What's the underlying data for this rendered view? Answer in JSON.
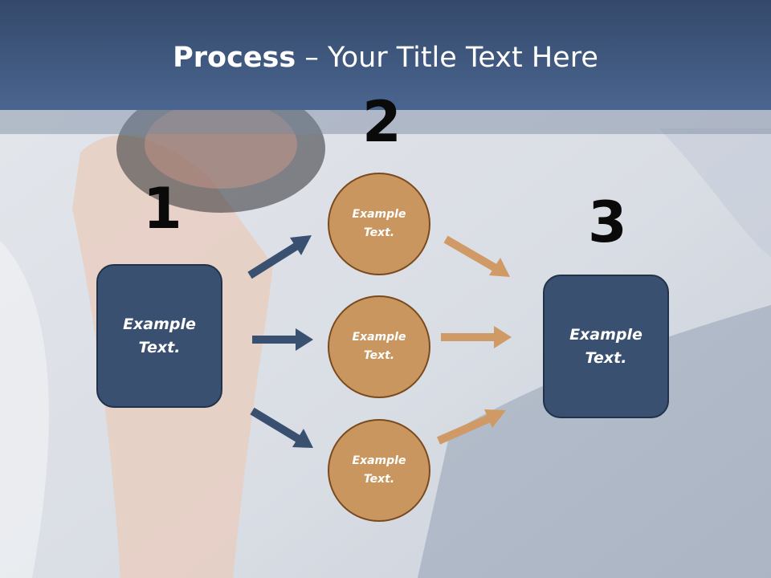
{
  "slide": {
    "title_bold": "Process",
    "title_rest": " – Your Title Text Here"
  },
  "steps": {
    "n1": "1",
    "n2": "2",
    "n3": "3"
  },
  "left_box": {
    "line1": "Example",
    "line2": "Text."
  },
  "right_box": {
    "line1": "Example",
    "line2": "Text."
  },
  "circles": [
    {
      "line1": "Example",
      "line2": "Text."
    },
    {
      "line1": "Example",
      "line2": "Text."
    },
    {
      "line1": "Example",
      "line2": "Text."
    }
  ],
  "colors": {
    "header": "#3e5680",
    "box_fill": "#3a5070",
    "circle_fill": "#c9965f",
    "blue_arrow": "#3a5070",
    "orange_arrow": "#d09a66"
  }
}
